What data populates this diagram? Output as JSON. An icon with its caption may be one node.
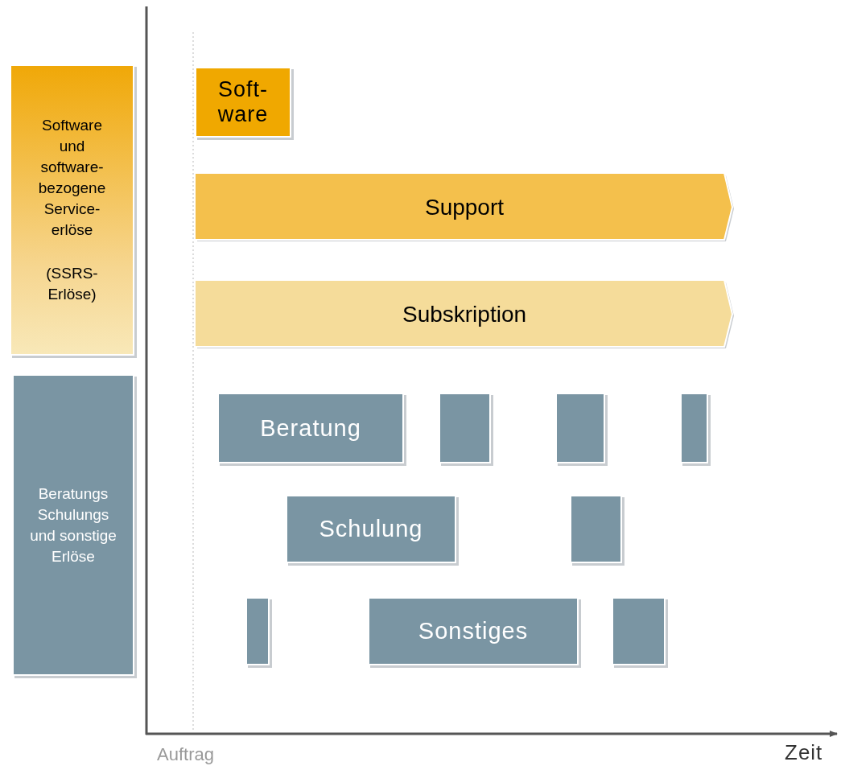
{
  "diagram": {
    "nodes": [
      {
        "text": [
          "Software und software-bezogene Service-erlöse",
          "(SSRS-Erlöse)"
        ]
      },
      {
        "text": [
          "Soft-ware"
        ]
      },
      {
        "text": [
          "Support"
        ]
      },
      {
        "text": [
          "Subskription"
        ]
      },
      {
        "text": [
          "Beratungs Schulungs und sonstige Erlöse"
        ]
      },
      {
        "text": [
          "Beratung"
        ]
      },
      {
        "text": [],
        "shape": "box"
      },
      {
        "text": [],
        "shape": "box"
      },
      {
        "text": [],
        "shape": "box"
      },
      {
        "text": [
          "Schulung"
        ]
      },
      {
        "text": [],
        "shape": "box"
      },
      {
        "text": [],
        "shape": "box"
      },
      {
        "text": [
          "Sonstiges"
        ]
      },
      {
        "text": [],
        "shape": "box"
      }
    ],
    "labels": [
      "Auftrag",
      "Zeit"
    ]
  }
}
